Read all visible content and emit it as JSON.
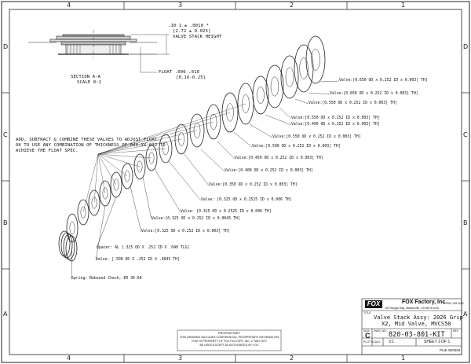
{
  "drawing": {
    "zones_top": [
      "4",
      "3",
      "2",
      "1"
    ],
    "zones_side": [
      "D",
      "C",
      "B",
      "A"
    ],
    "stack_height_dim": ".10 1 ± .0010 *",
    "stack_height_metric": "[2.72 ± 0.025]",
    "stack_height_label": "VALVE STACK HEIGHT",
    "float_dim": "FLOAT .006-.010",
    "float_metric": "[0.16-0.25]",
    "section_label": "SECTION A-A",
    "section_scale": "SCALE 8:1",
    "float_note_1": "ADD, SUBTRACT & COMBINE THESE VALVES TO ADJUST FLOAT.",
    "float_note_2": "OK TO USE ANY COMBINATION OF THICKNESS OF 044-XX-032 TO",
    "float_note_3": "ACHIEVE THE FLOAT SPEC.",
    "valves": [
      "Valve:[0.650 OD x 0.252 ID x 0.003] TH]",
      "Valve:[0.650 OD x 0.252 ID x 0.003] TH]",
      "Valve:[0.550 OD x 0.252 ID x 0.003] TH]",
      "Valve:[0.550 OD x 0.252 ID x 0.003] TH]",
      "Valve:[0.490 OD x 0.252 ID x 0.003] TH]",
      "Valve:[0.550 OD x 0.252 ID x 0.003] TH]",
      "Valve:[0.500 OD x 0.252 ID x 0.003] TH]",
      "Valve:[0.450 OD x 0.252 ID x 0.003] TH]",
      "Valve:[0.400 OD x 0.252 ID x 0.003] TH]",
      "Valve:[0.350 OD x 0.252 ID x 0.003] TH]",
      "Valve: [0.325 OD x 0.2525 ID x 0.006 TH]",
      "Valve: [0.325 OD x 0.2525 ID x 0.006 TH]",
      "Valve:[0.325 OD x 0.252 ID x 0.0045 TH]",
      "Valve:[0.325 OD x 0.252 ID x 0.003] TH]",
      "Spacer: AL [.325 OD X .252 ID X .040 TLG]",
      "Valve: [.500 OD X .252 ID X .0045 TH]",
      "Spring: Rebound Check, ER 36.60"
    ],
    "proprietary_title": "PROPRIETARY",
    "proprietary_text_1": "THIS DRAWING INCLUDES CONFIDENTIAL, PROPRIETARY INFORMATION",
    "proprietary_text_2": "THAT IS PROPERTY OF FOX FACTORY, INC. IT MAY NOT",
    "proprietary_text_3": "BE USED EXCEPT AS AUTHORIZED BY FOX",
    "title_block": {
      "company": "FOX Factory, Inc.",
      "address": "130 Hangar Way, Watsonville, CA 95076 USA",
      "phone": "PH 831-768-1100",
      "title_label": "TITLE",
      "title_line_1": "Valve Stack Assy: 2026 Grip",
      "title_line_2": "X2, Mid Valve, MVCS50",
      "size_label": "SIZE",
      "size": "C",
      "dwg_no_label": "DWG. NO.",
      "dwg_no": "820-03-801-KIT",
      "rev_label": "REV",
      "scale_label": "PLOT SCALE",
      "scale": "3:1",
      "sheet": "SHEET 1 OF 1",
      "software": "ProE WIDEM"
    }
  }
}
